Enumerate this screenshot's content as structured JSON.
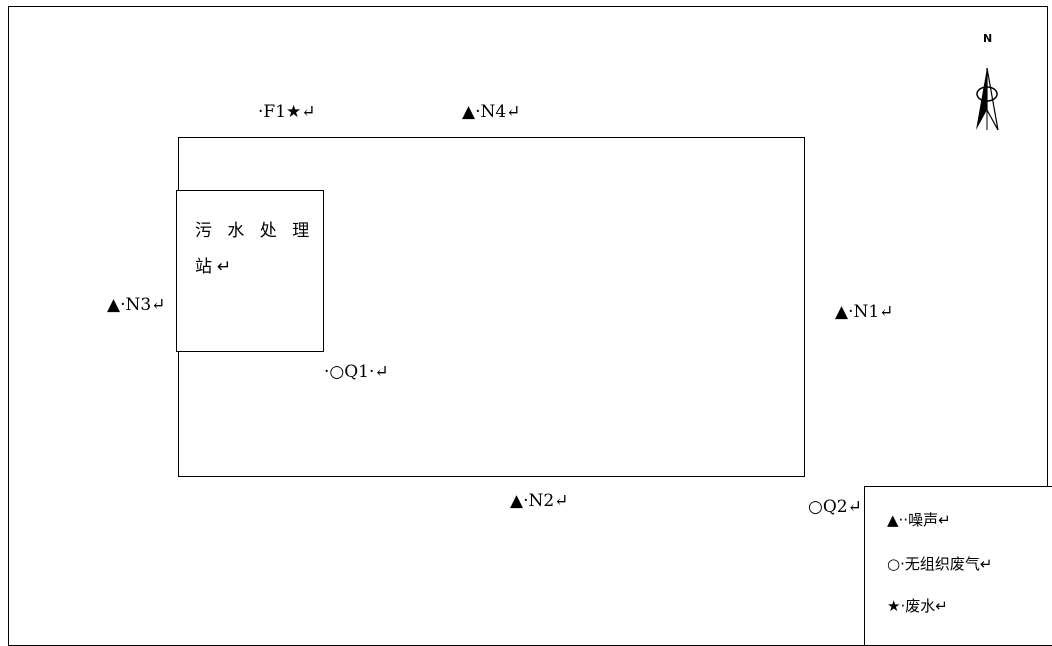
{
  "plant_label": "污 水 处 理 站↵",
  "markers": {
    "f1": "·F1★↵",
    "n4": "▲·N4↵",
    "n3": "▲·N3↵",
    "n1": "▲·N1↵",
    "q1": "·○Q1·↵",
    "n2": "▲·N2↵",
    "q2": "○Q2↵"
  },
  "legend": {
    "noise": "▲··噪声↵",
    "unorganized_gas": "○·无组织废气↵",
    "wastewater": "★·废水↵"
  },
  "north_label": "N"
}
